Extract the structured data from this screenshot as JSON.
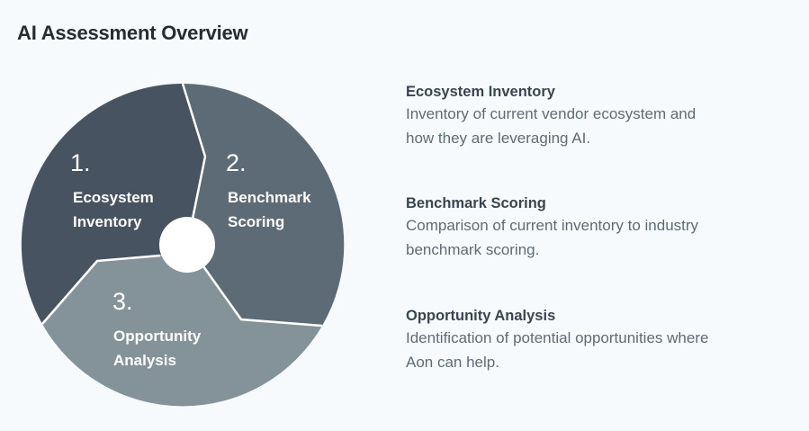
{
  "title": "AI Assessment Overview",
  "colors": {
    "background": "#f7fafc",
    "segment_1": "#475360",
    "segment_2": "#5d6b76",
    "segment_3": "#84939a",
    "divider": "#ffffff",
    "title": "#242c36",
    "desc_title": "#3a4552",
    "desc_text": "#5e6c77"
  },
  "wheel": {
    "segments": [
      {
        "number": "1.",
        "label_line1": "Ecosystem",
        "label_line2": "Inventory"
      },
      {
        "number": "2.",
        "label_line1": "Benchmark",
        "label_line2": "Scoring"
      },
      {
        "number": "3.",
        "label_line1": "Opportunity",
        "label_line2": "Analysis"
      }
    ]
  },
  "descriptions": [
    {
      "heading": "Ecosystem Inventory",
      "line1": "Inventory of current vendor ecosystem and",
      "line2": "how they are leveraging AI."
    },
    {
      "heading": "Benchmark Scoring",
      "line1": "Comparison of current inventory to industry",
      "line2": "benchmark scoring."
    },
    {
      "heading": "Opportunity Analysis",
      "line1": "Identification of potential opportunities where",
      "line2": "Aon can help."
    }
  ]
}
